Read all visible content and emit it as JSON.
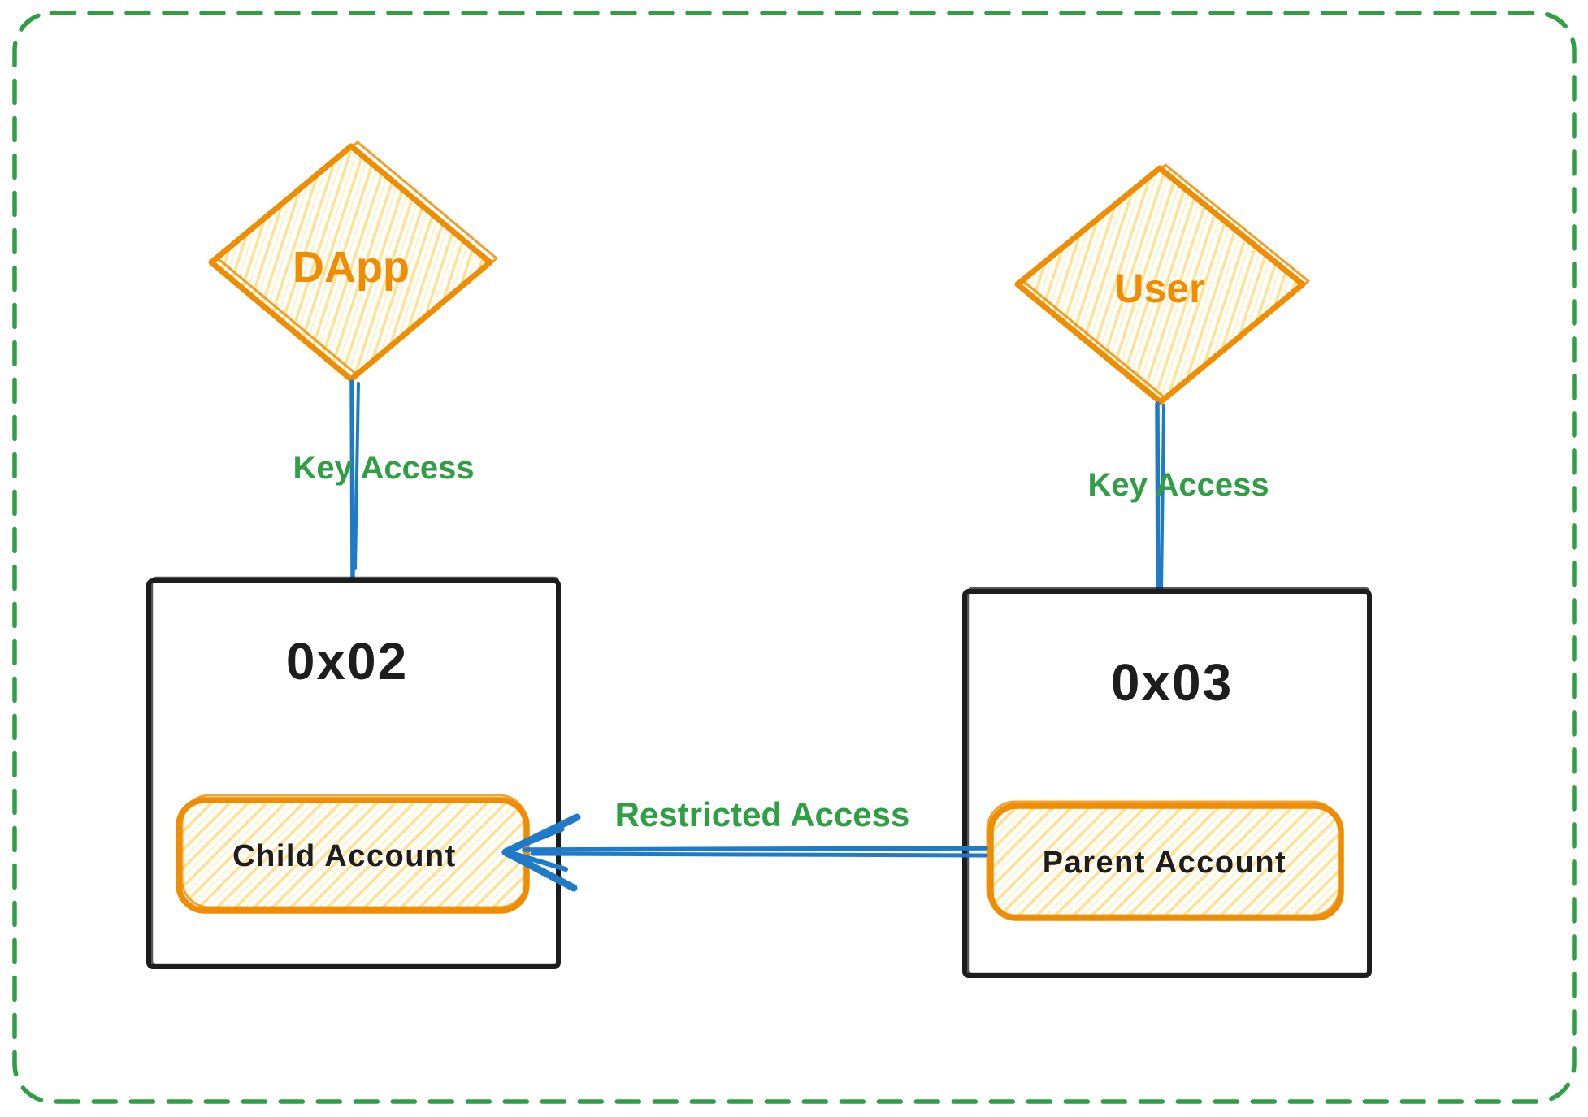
{
  "diagram": {
    "nodes": {
      "dapp": {
        "label": "DApp"
      },
      "user": {
        "label": "User"
      },
      "left_box": {
        "address": "0x02",
        "account": "Child Account"
      },
      "right_box": {
        "address": "0x03",
        "account": "Parent Account"
      }
    },
    "edges": {
      "dapp_key_access": {
        "label": "Key Access"
      },
      "user_key_access": {
        "label": "Key Access"
      },
      "restricted": {
        "label": "Restricted Access"
      }
    },
    "colors": {
      "border_green": "#2f9e44",
      "shape_orange": "#f08c00",
      "hatch_yellow": "#ffe18f",
      "connector_blue": "#1f7ac8",
      "ink_black": "#1d1d1d"
    }
  }
}
